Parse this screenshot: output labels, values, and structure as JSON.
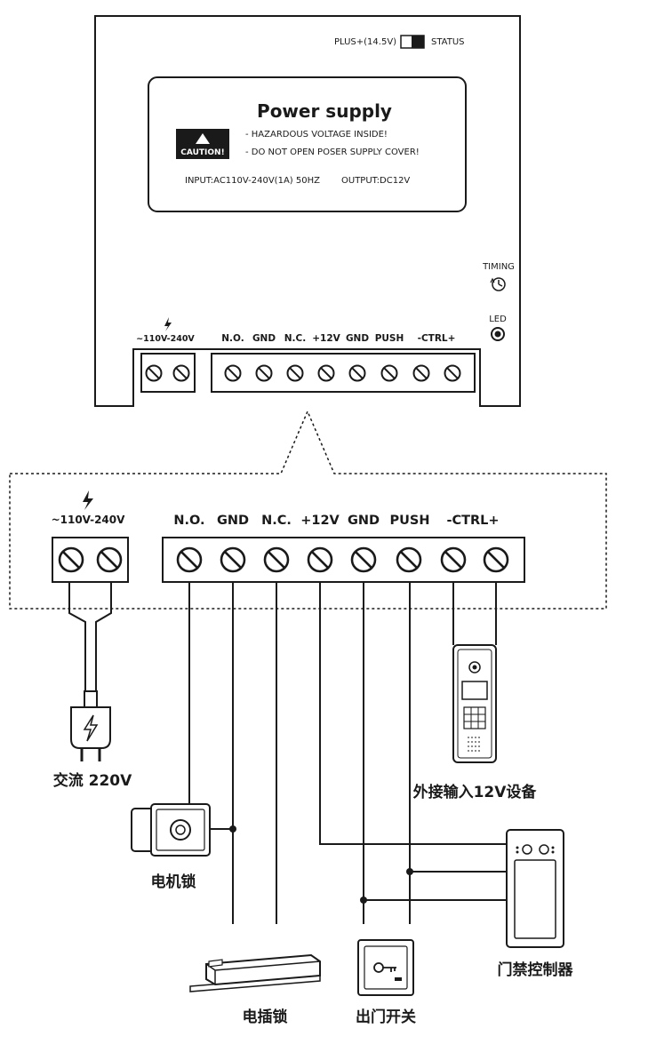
{
  "box": {
    "plus_label": "PLUS+(14.5V)",
    "status_label": "STATUS",
    "title": "Power supply",
    "caution": "CAUTION!",
    "warning1": "- HAZARDOUS VOLTAGE INSIDE!",
    "warning2": "- DO NOT OPEN POSER SUPPLY COVER!",
    "input": "INPUT:AC110V-240V(1A) 50HZ",
    "output": "OUTPUT:DC12V",
    "timing_label": "TIMING",
    "led_label": "LED",
    "ac_label": "~110V-240V"
  },
  "terminals": [
    "N.O.",
    "GND",
    "N.C.",
    "+12V",
    "GND",
    "PUSH",
    "-CTRL+"
  ],
  "zoom": {
    "ac_label": "~110V-240V"
  },
  "devices": {
    "ac": "交流 220V",
    "motor_lock": "电机锁",
    "ext_input": "外接输入12V设备",
    "controller": "门禁控制器",
    "strike_lock": "电插锁",
    "exit_switch": "出门开关"
  },
  "colors": {
    "line": "#1a1a1a",
    "background": "#ffffff"
  }
}
